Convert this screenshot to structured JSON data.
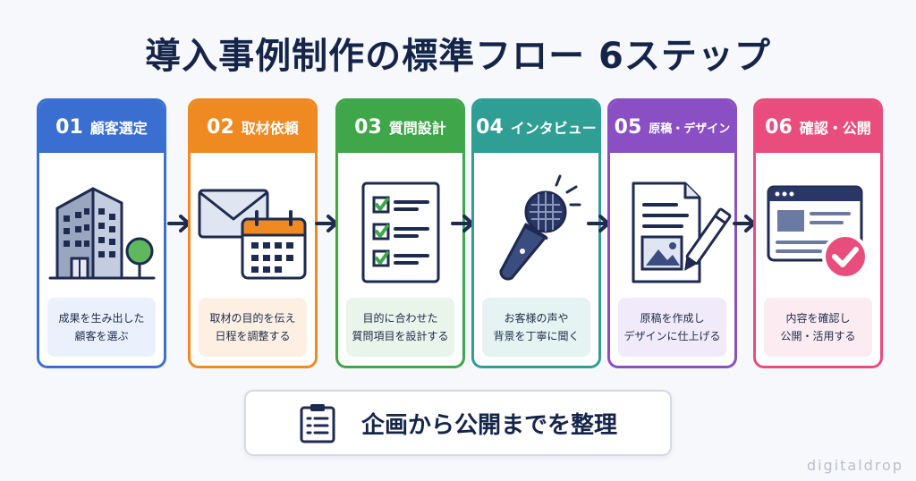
{
  "title": "導入事例制作の標準フロー 6ステップ",
  "steps": [
    {
      "num": "01",
      "label": "顧客選定",
      "desc1": "成果を生み出した",
      "desc2": "顧客を選ぶ",
      "color": "#3a6fd1",
      "light": "#eaf1fc",
      "icon": "office-building-icon"
    },
    {
      "num": "02",
      "label": "取材依頼",
      "desc1": "取材の目的を伝え",
      "desc2": "日程を調整する",
      "color": "#ef8a22",
      "light": "#fdf0e3",
      "icon": "envelope-calendar-icon"
    },
    {
      "num": "03",
      "label": "質問設計",
      "desc1": "目的に合わせた",
      "desc2": "質問項目を設計する",
      "color": "#3fa64a",
      "light": "#e9f5ea",
      "icon": "checklist-icon"
    },
    {
      "num": "04",
      "label": "インタビュー",
      "desc1": "お客様の声や",
      "desc2": "背景を丁寧に聞く",
      "color": "#2f9e95",
      "light": "#e5f4f2",
      "icon": "microphone-icon"
    },
    {
      "num": "05",
      "label": "原稿・デザイン",
      "desc1": "原稿を作成し",
      "desc2": "デザインに仕上げる",
      "color": "#8a4fc3",
      "light": "#f1eafa",
      "icon": "document-pen-icon"
    },
    {
      "num": "06",
      "label": "確認・公開",
      "desc1": "内容を確認し",
      "desc2": "公開・活用する",
      "color": "#e84d7e",
      "light": "#fcebf1",
      "icon": "browser-check-icon"
    }
  ],
  "summary": {
    "text": "企画から公開までを整理",
    "icon": "clipboard-icon"
  },
  "watermark": "digitaldrop",
  "colors": {
    "navy": "#1e2a4f",
    "title": "#15254a"
  }
}
